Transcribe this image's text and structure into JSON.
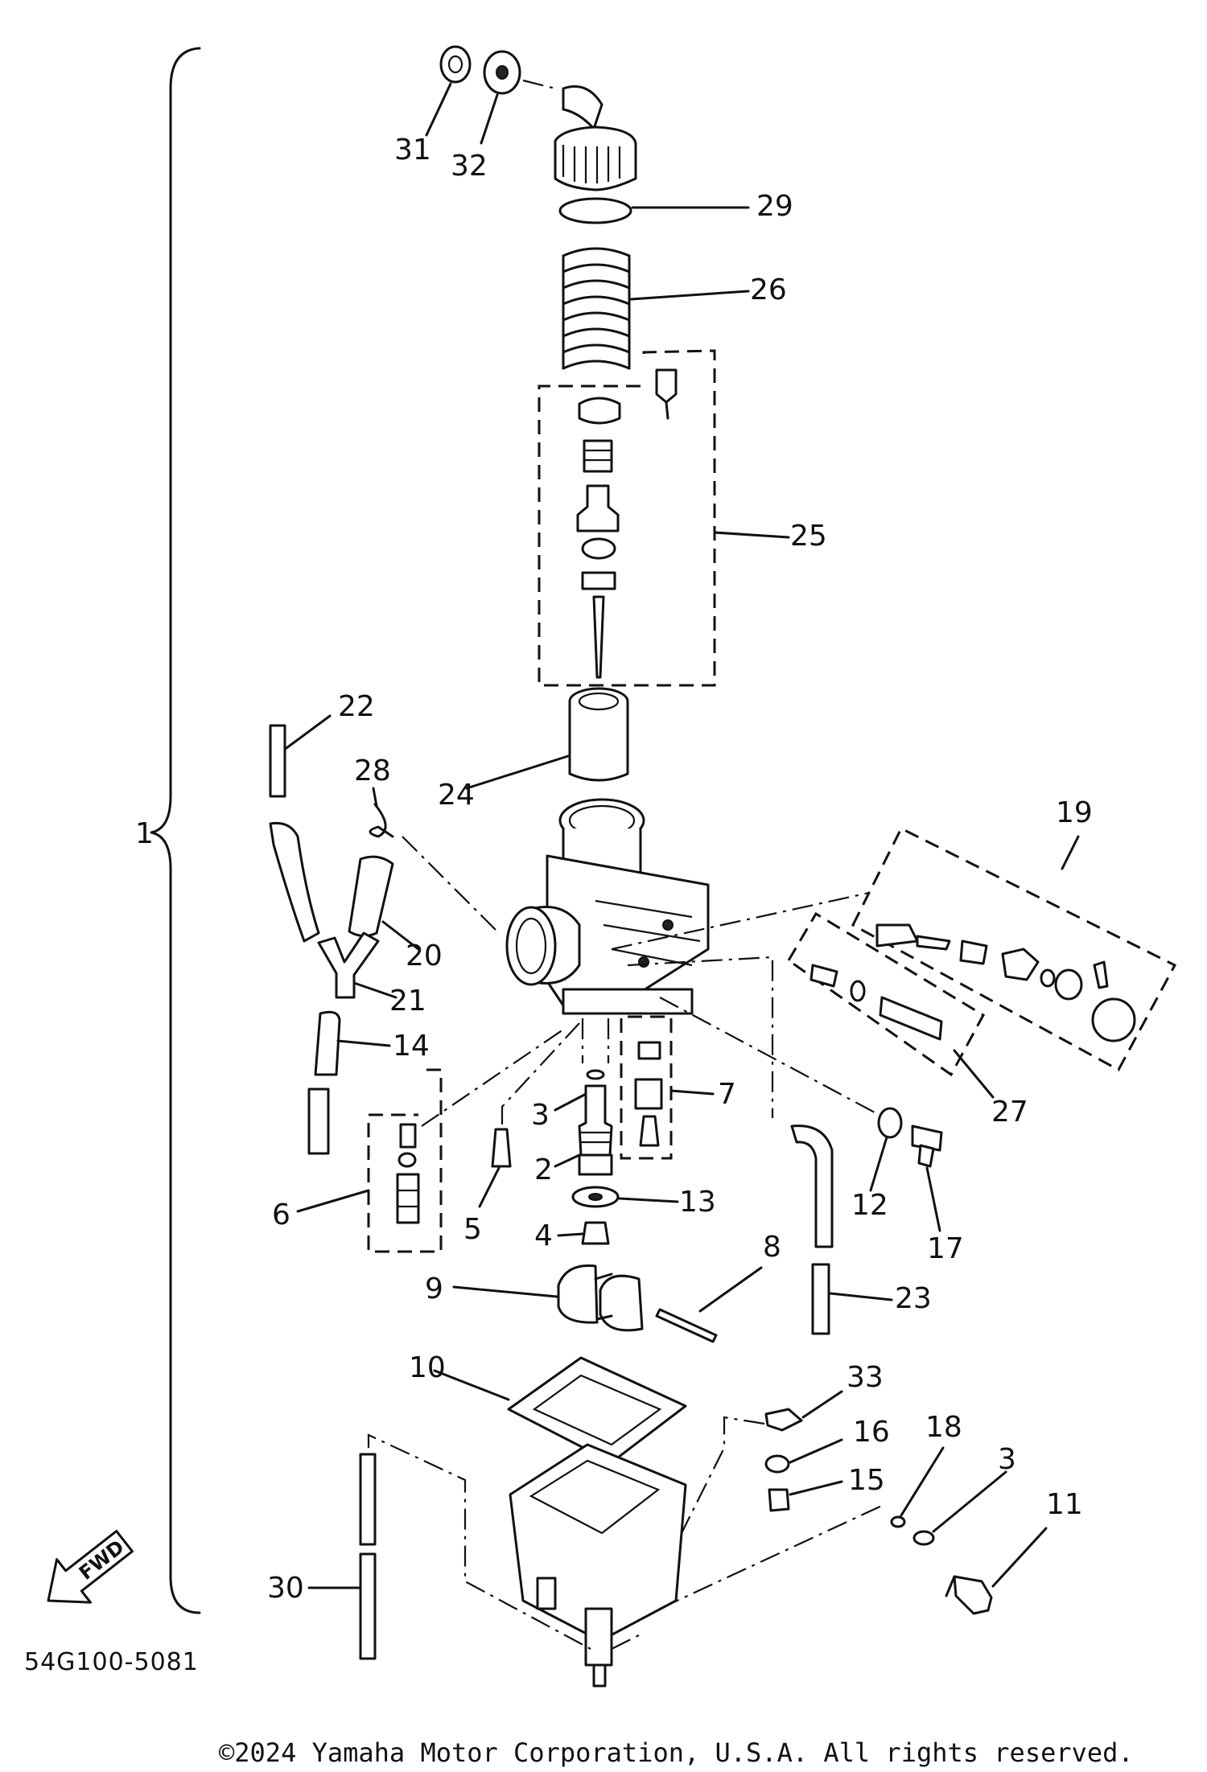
{
  "diagram": {
    "assembly_label": "1",
    "drawing_code": "54G100-5081",
    "fwd_label": "FWD",
    "callouts": {
      "p2": "2",
      "p3a": "3",
      "p3b": "3",
      "p4": "4",
      "p5": "5",
      "p6": "6",
      "p7": "7",
      "p8": "8",
      "p9": "9",
      "p10": "10",
      "p11": "11",
      "p12": "12",
      "p13": "13",
      "p14": "14",
      "p15": "15",
      "p16": "16",
      "p17": "17",
      "p18": "18",
      "p19": "19",
      "p20": "20",
      "p21": "21",
      "p22": "22",
      "p23": "23",
      "p24": "24",
      "p25": "25",
      "p26": "26",
      "p27": "27",
      "p28": "28",
      "p29": "29",
      "p30": "30",
      "p31": "31",
      "p32": "32",
      "p33": "33"
    }
  },
  "footer": {
    "copyright": "©2024 Yamaha Motor Corporation, U.S.A. All rights reserved."
  }
}
